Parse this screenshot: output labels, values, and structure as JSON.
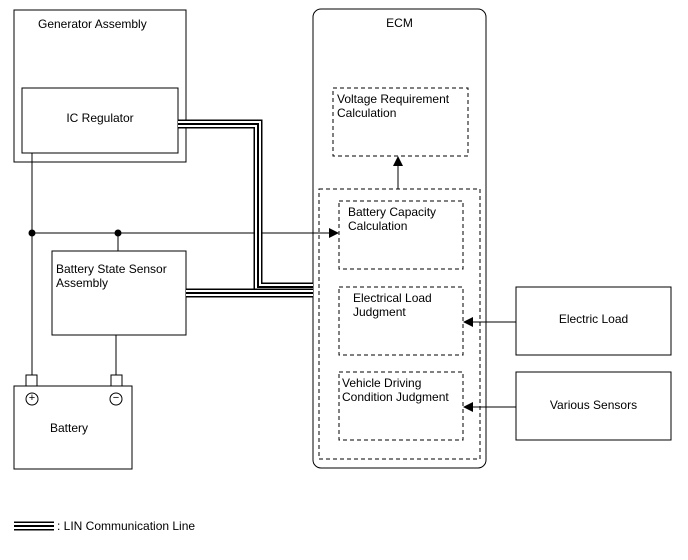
{
  "generator": {
    "title": "Generator Assembly",
    "regulator": "IC Regulator"
  },
  "sensor": {
    "label": "Battery State Sensor\nAssembly"
  },
  "battery": {
    "label": "Battery",
    "plus": "+",
    "minus": "−"
  },
  "ecm": {
    "title": "ECM",
    "voltage_req": "Voltage Requirement\nCalculation",
    "capacity": "Battery Capacity\nCalculation",
    "load_judgment": "Electrical Load\nJudgment",
    "driving_judgment": "Vehicle Driving\nCondition Judgment"
  },
  "electric_load": {
    "label": "Electric Load"
  },
  "various_sensors": {
    "label": "Various Sensors"
  },
  "legend": {
    "text": ": LIN Communication Line"
  }
}
